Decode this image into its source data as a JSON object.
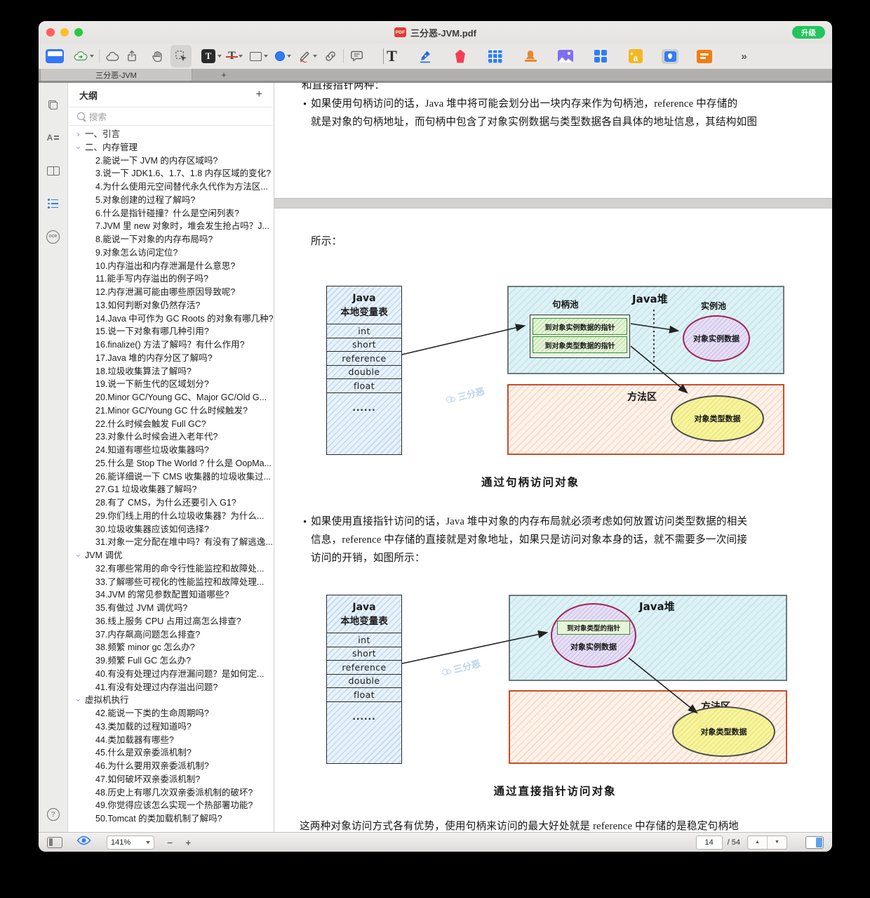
{
  "window": {
    "title": "三分恶-JVM.pdf",
    "pdf_badge": "PDF",
    "upgrade_label": "升级",
    "tab_label": "三分恶-JVM",
    "tab_add": "+",
    "toolbar_more": "»"
  },
  "colors": {
    "accent_blue": "#2f7cf6",
    "upgrade_green": "#23c55e",
    "traffic_red": "#ff5f57",
    "traffic_yellow": "#febc2e",
    "traffic_green": "#28c840",
    "heap_fill": "#def2f6",
    "method_border": "#cc4c28",
    "handle_green_fill": "#e6f4d8",
    "instance_purple_border": "#a12357",
    "type_yellow_fill": "#f7f49b"
  },
  "toolbar": {
    "icons": [
      "sidebar-toggle",
      "cloud-sync",
      "cloud",
      "share",
      "hand-tool",
      "select-tool",
      "highlight-text-tool",
      "strikethrough-tool",
      "rectangle-tool",
      "ellipse-tool",
      "pen-tool",
      "link-tool",
      "comment-tool",
      "text-tool",
      "signature-pen-tool",
      "tag-tool",
      "table-tool",
      "stamp-tool",
      "image-tool",
      "apps-grid",
      "translate-tool",
      "ink-drop-tool",
      "summary-tool",
      "more"
    ]
  },
  "sidebar": {
    "header": "大纲",
    "add_label": "+",
    "search_placeholder": "搜索",
    "outline": [
      [
        "sec",
        "一、引言"
      ],
      [
        "sec-open",
        "二、内存管理"
      ],
      [
        "item",
        "2.能说一下 JVM 的内存区域吗?"
      ],
      [
        "item",
        "3.说一下 JDK1.6、1.7、1.8 内存区域的变化?"
      ],
      [
        "item",
        "4.为什么使用元空间替代永久代作为方法区..."
      ],
      [
        "item",
        "5.对象创建的过程了解吗?"
      ],
      [
        "item",
        "6.什么是指针碰撞？什么是空闲列表?"
      ],
      [
        "item",
        "7.JVM 里 new 对象时，堆会发生抢占吗？J..."
      ],
      [
        "item",
        "8.能说一下对象的内存布局吗?"
      ],
      [
        "item",
        "9.对象怎么访问定位?"
      ],
      [
        "item",
        "10.内存溢出和内存泄漏是什么意思?"
      ],
      [
        "item",
        "11.能手写内存溢出的例子吗?"
      ],
      [
        "item",
        "12.内存泄漏可能由哪些原因导致呢?"
      ],
      [
        "item",
        "13.如何判断对象仍然存活?"
      ],
      [
        "item",
        "14.Java 中可作为 GC Roots 的对象有哪几种?"
      ],
      [
        "item",
        "15.说一下对象有哪几种引用?"
      ],
      [
        "item",
        "16.finalize() 方法了解吗？有什么作用?"
      ],
      [
        "item",
        "17.Java 堆的内存分区了解吗?"
      ],
      [
        "item",
        "18.垃圾收集算法了解吗?"
      ],
      [
        "item",
        "19.说一下新生代的区域划分?"
      ],
      [
        "item",
        "20.Minor GC/Young GC、Major GC/Old G..."
      ],
      [
        "item",
        "21.Minor GC/Young GC 什么时候触发?"
      ],
      [
        "item",
        "22.什么时候会触发 Full GC?"
      ],
      [
        "item",
        "23.对象什么时候会进入老年代?"
      ],
      [
        "item",
        "24.知道有哪些垃圾收集器吗?"
      ],
      [
        "item",
        "25.什么是 Stop The World ? 什么是 OopMa..."
      ],
      [
        "item",
        "26.能详细说一下 CMS 收集器的垃圾收集过..."
      ],
      [
        "item",
        "27.G1 垃圾收集器了解吗?"
      ],
      [
        "item",
        "28.有了 CMS，为什么还要引入 G1?"
      ],
      [
        "item",
        "29.你们线上用的什么垃圾收集器？为什么..."
      ],
      [
        "item",
        "30.垃圾收集器应该如何选择?"
      ],
      [
        "item",
        "31.对象一定分配在堆中吗？有没有了解逃逸..."
      ],
      [
        "sec-open",
        "JVM 调优"
      ],
      [
        "item",
        "32.有哪些常用的命令行性能监控和故障处..."
      ],
      [
        "item",
        "33.了解哪些可视化的性能监控和故障处理..."
      ],
      [
        "item",
        "34.JVM 的常见参数配置知道哪些?"
      ],
      [
        "item",
        "35.有做过 JVM 调优吗?"
      ],
      [
        "item",
        "36.线上服务 CPU 占用过高怎么排查?"
      ],
      [
        "item",
        "37.内存飙高问题怎么排查?"
      ],
      [
        "item",
        "38.频繁 minor gc 怎么办?"
      ],
      [
        "item",
        "39.频繁 Full GC 怎么办?"
      ],
      [
        "item",
        "40.有没有处理过内存泄漏问题？是如何定..."
      ],
      [
        "item",
        "41.有没有处理过内存溢出问题?"
      ],
      [
        "sec-open",
        "虚拟机执行"
      ],
      [
        "item",
        "42.能说一下类的生命周期吗?"
      ],
      [
        "item",
        "43.类加载的过程知道吗?"
      ],
      [
        "item",
        "44.类加载器有哪些?"
      ],
      [
        "item",
        "45.什么是双亲委派机制?"
      ],
      [
        "item",
        "46.为什么要用双亲委派机制?"
      ],
      [
        "item",
        "47.如何破坏双亲委派机制?"
      ],
      [
        "item",
        "48.历史上有哪几次双亲委派机制的破坏?"
      ],
      [
        "item",
        "49.你觉得应该怎么实现一个热部署功能?"
      ],
      [
        "item",
        "50.Tomcat 的类加载机制了解吗?"
      ]
    ]
  },
  "pdf": {
    "clipped_top_line": "和直接指针两种：",
    "bullet_glyph": "•",
    "para1_lines": [
      "如果使用句柄访问的话，Java 堆中将可能会划分出一块内存来作为句柄池，reference 中存储的",
      "就是对象的句柄地址，而句柄中包含了对象实例数据与类型数据各自具体的地址信息，其结构如图"
    ],
    "para1_continuation": "所示：",
    "caption1": "通过句柄访问对象",
    "para2_lines": [
      "如果使用直接指针访问的话，Java 堆中对象的内存布局就必须考虑如何放置访问类型数据的相关",
      "信息，reference 中存储的直接就是对象地址，如果只是访问对象本身的话，就不需要多一次间接",
      "访问的开销，如图所示："
    ],
    "caption2": "通过直接指针访问对象",
    "bottom_clipped_line": "这两种对象访问方式各有优势，使用句柄来访问的最大好处就是 reference 中存储的是稳定句柄地"
  },
  "diagram1": {
    "var_table_title1": "Java",
    "var_table_title2": "本地变量表",
    "rows": [
      "int",
      "short",
      "reference",
      "double",
      "float"
    ],
    "dots": "......",
    "heap_label": "Java堆",
    "handle_pool_label": "句柄池",
    "handle_instance_pointer": "到对象实例数据的指针",
    "handle_type_pointer": "到对象类型数据的指针",
    "instance_pool_label": "实例池",
    "instance_ellipse": "对象实例数据",
    "method_area_label": "方法区",
    "type_ellipse": "对象类型数据",
    "watermark": "三分恶"
  },
  "diagram2": {
    "heap_label": "Java堆",
    "type_pointer_box": "到对象类型的指针",
    "instance_text": "对象实例数据",
    "method_area_label": "方法区",
    "type_ellipse": "对象类型数据",
    "watermark": "三分恶"
  },
  "statusbar": {
    "zoom_value": "141%",
    "page_current": "14",
    "page_total_label": "/ 54"
  }
}
